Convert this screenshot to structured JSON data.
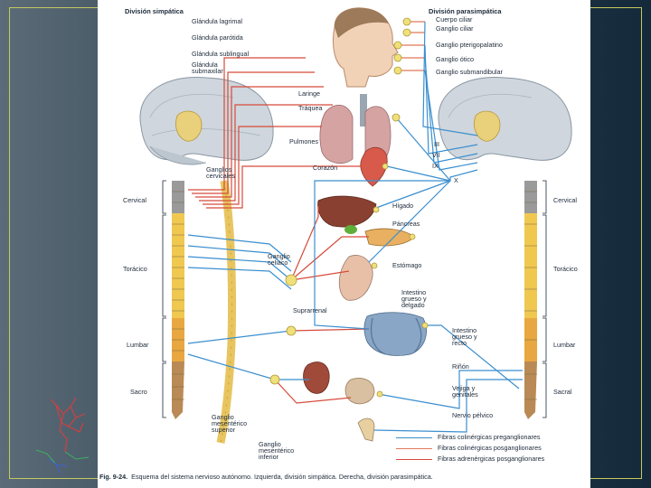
{
  "headers": {
    "left": "División simpática",
    "right": "División parasimpática"
  },
  "labels": {
    "glandula_lagrimal": "Glándula lagrimal",
    "glandula_parotida": "Glándula parótida",
    "glandula_sublingual": "Glándula sublingual",
    "glandula_submaxilar": "Glándula\nsubmaxilar",
    "cuerpo_ciliar": "Cuerpo ciliar",
    "ganglio_ciliar": "Ganglio ciliar",
    "ganglio_pterigopalatino": "Ganglio pterigopalatino",
    "ganglio_otico": "Ganglio ótico",
    "ganglio_submandibular": "Ganglio submandibular",
    "laringe": "Laringe",
    "traquea": "Tráquea",
    "pulmones": "Pulmones",
    "corazon": "Corazón",
    "ganglios_cervicales": "Ganglios\ncervicales",
    "higado": "Hígado",
    "pancreas": "Páncreas",
    "ganglio_celiaco": "Ganglio\nceliaco",
    "estomago": "Estómago",
    "suprarrenal": "Suprarrenal",
    "intestino_grueso_delgado": "Intestino\ngrueso y\ndelgado",
    "intestino_grueso_recto": "Intestino\ngrueso y\nrecto",
    "rinon": "Riñón",
    "vejiga_genitales": "Vejiga y\ngenitales",
    "nervio_pelvico": "Nervio pélvico",
    "ganglio_mesenterico_superior": "Ganglio\nmesentérico\nsuperior",
    "ganglio_mesenterico_inferior": "Ganglio\nmesentérico\ninferior",
    "cranial_iii": "III",
    "cranial_vii": "VII",
    "cranial_ix": "IX",
    "cranial_x": "X"
  },
  "regions_left": {
    "cervical": "Cervical",
    "toracico": "Torácico",
    "lumbar": "Lumbar",
    "sacro": "Sacro"
  },
  "regions_right": {
    "cervical": "Cervical",
    "toracico": "Torácico",
    "lumbar": "Lumbar",
    "sacral": "Sacral"
  },
  "legend": [
    {
      "label": "Fibras colinérgicas preganglionares",
      "color": "#3b8fcf"
    },
    {
      "label": "Fibras colinérgicas posganglionares",
      "color": "#e0785a"
    },
    {
      "label": "Fibras adrenérgicas posganglionares",
      "color": "#d64a3a"
    }
  ],
  "caption": {
    "fig": "Fig. 9-24.",
    "text": "Esquema del sistema nervioso autónomo. Izquierda, división simpática. Derecha, división parasimpática."
  },
  "colors": {
    "preganglionic": "#3b8fcf",
    "postganglionic": "#e0785a",
    "cord_cervical": "#9a9a9a",
    "cord_thoracic": "#f0c850",
    "cord_lumbar": "#e8a740",
    "cord_sacral": "#b98a55",
    "brain": "#cfd6dd"
  }
}
